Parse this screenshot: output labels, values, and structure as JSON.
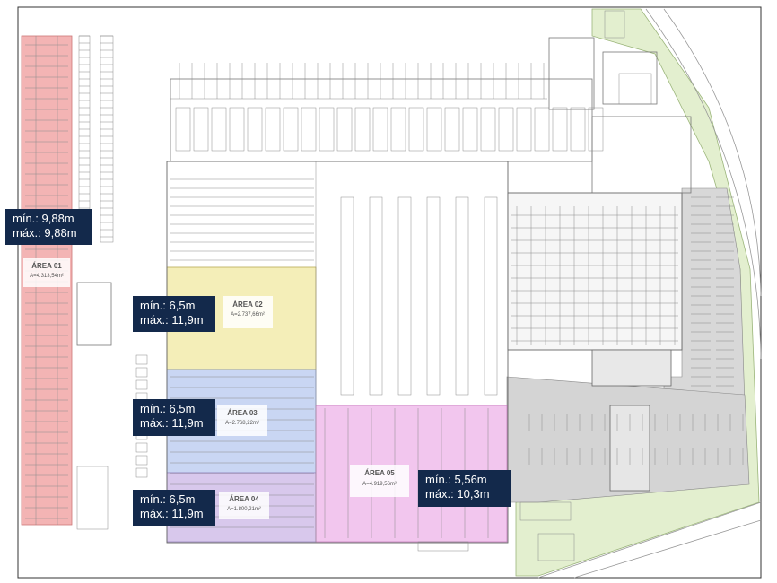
{
  "areas": [
    {
      "title": "ÁREA 01",
      "size": "A=4.313,54m²",
      "color": "#f3b4b4"
    },
    {
      "title": "ÁREA 02",
      "size": "A=2.737,66m²",
      "color": "#f4eeb8"
    },
    {
      "title": "ÁREA 03",
      "size": "A=2.768,22m²",
      "color": "#c9d6f3"
    },
    {
      "title": "ÁREA 04",
      "size": "A=1.800,21m²",
      "color": "#d8c8ec"
    },
    {
      "title": "ÁREA 05",
      "size": "A=4.919,56m²",
      "color": "#f2c6ee"
    }
  ],
  "callouts": [
    {
      "min": "mín.: 9,88m",
      "max": "máx.: 9,88m"
    },
    {
      "min": "mín.: 6,5m",
      "max": "máx.: 11,9m"
    },
    {
      "min": "mín.: 6,5m",
      "max": "máx.: 11,9m"
    },
    {
      "min": "mín.: 6,5m",
      "max": "máx.: 11,9m"
    },
    {
      "min": "mín.: 5,56m",
      "max": "máx.: 10,3m"
    }
  ],
  "colors": {
    "callout_bg": "#13294b",
    "green_band": "#e3efcf",
    "lines": "#8a8a8a"
  }
}
